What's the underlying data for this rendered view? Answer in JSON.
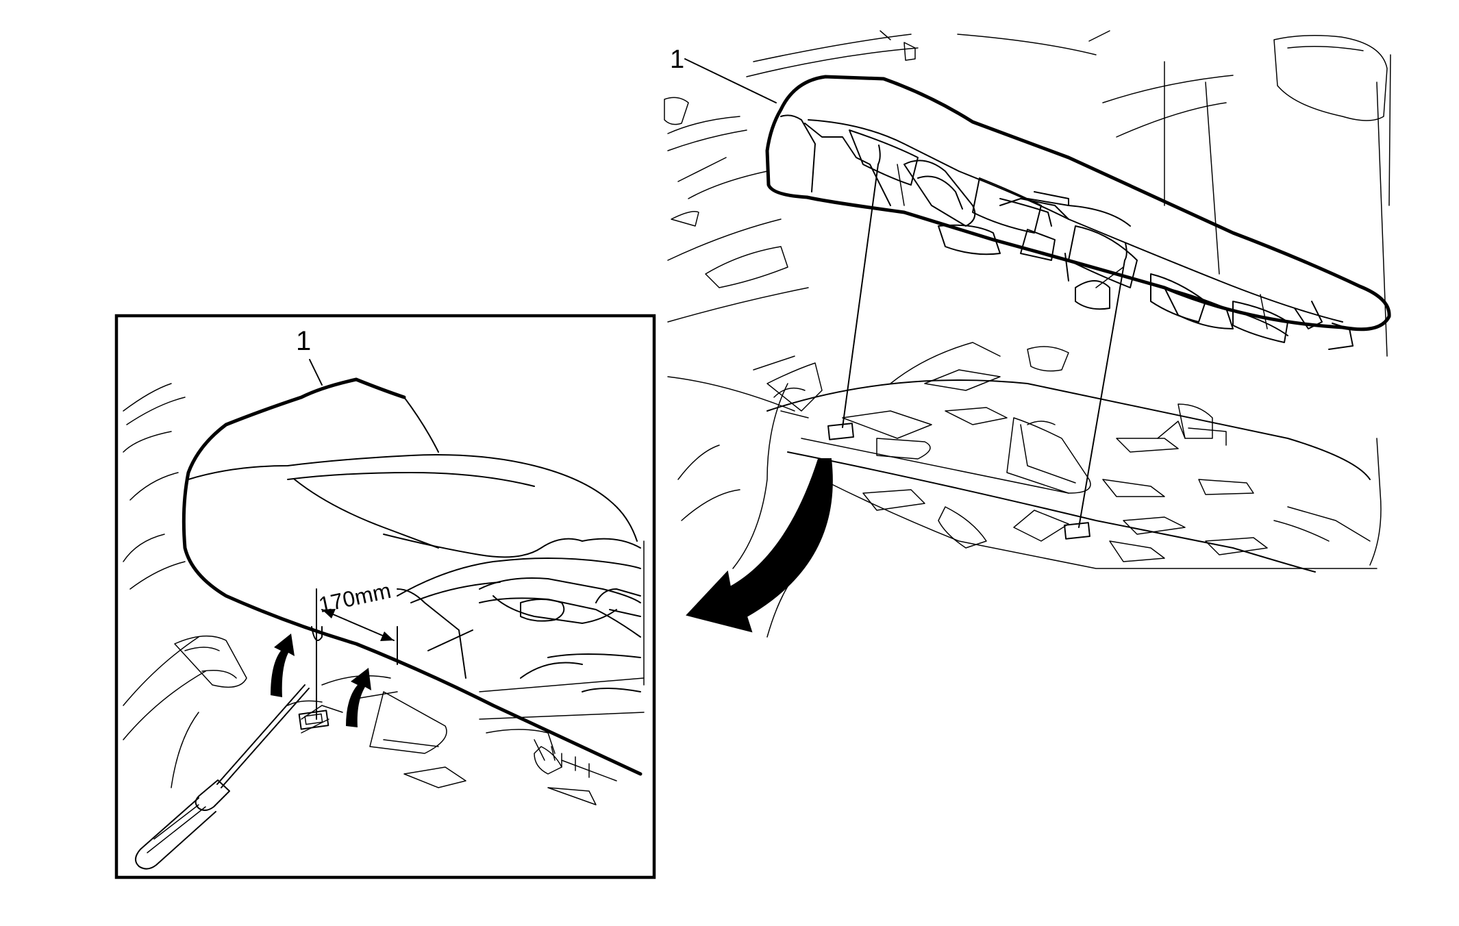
{
  "callouts": {
    "main_number": "1",
    "inset_number": "1"
  },
  "dimension": {
    "label": "170mm"
  },
  "colors": {
    "ink": "#000000",
    "background": "#ffffff"
  }
}
